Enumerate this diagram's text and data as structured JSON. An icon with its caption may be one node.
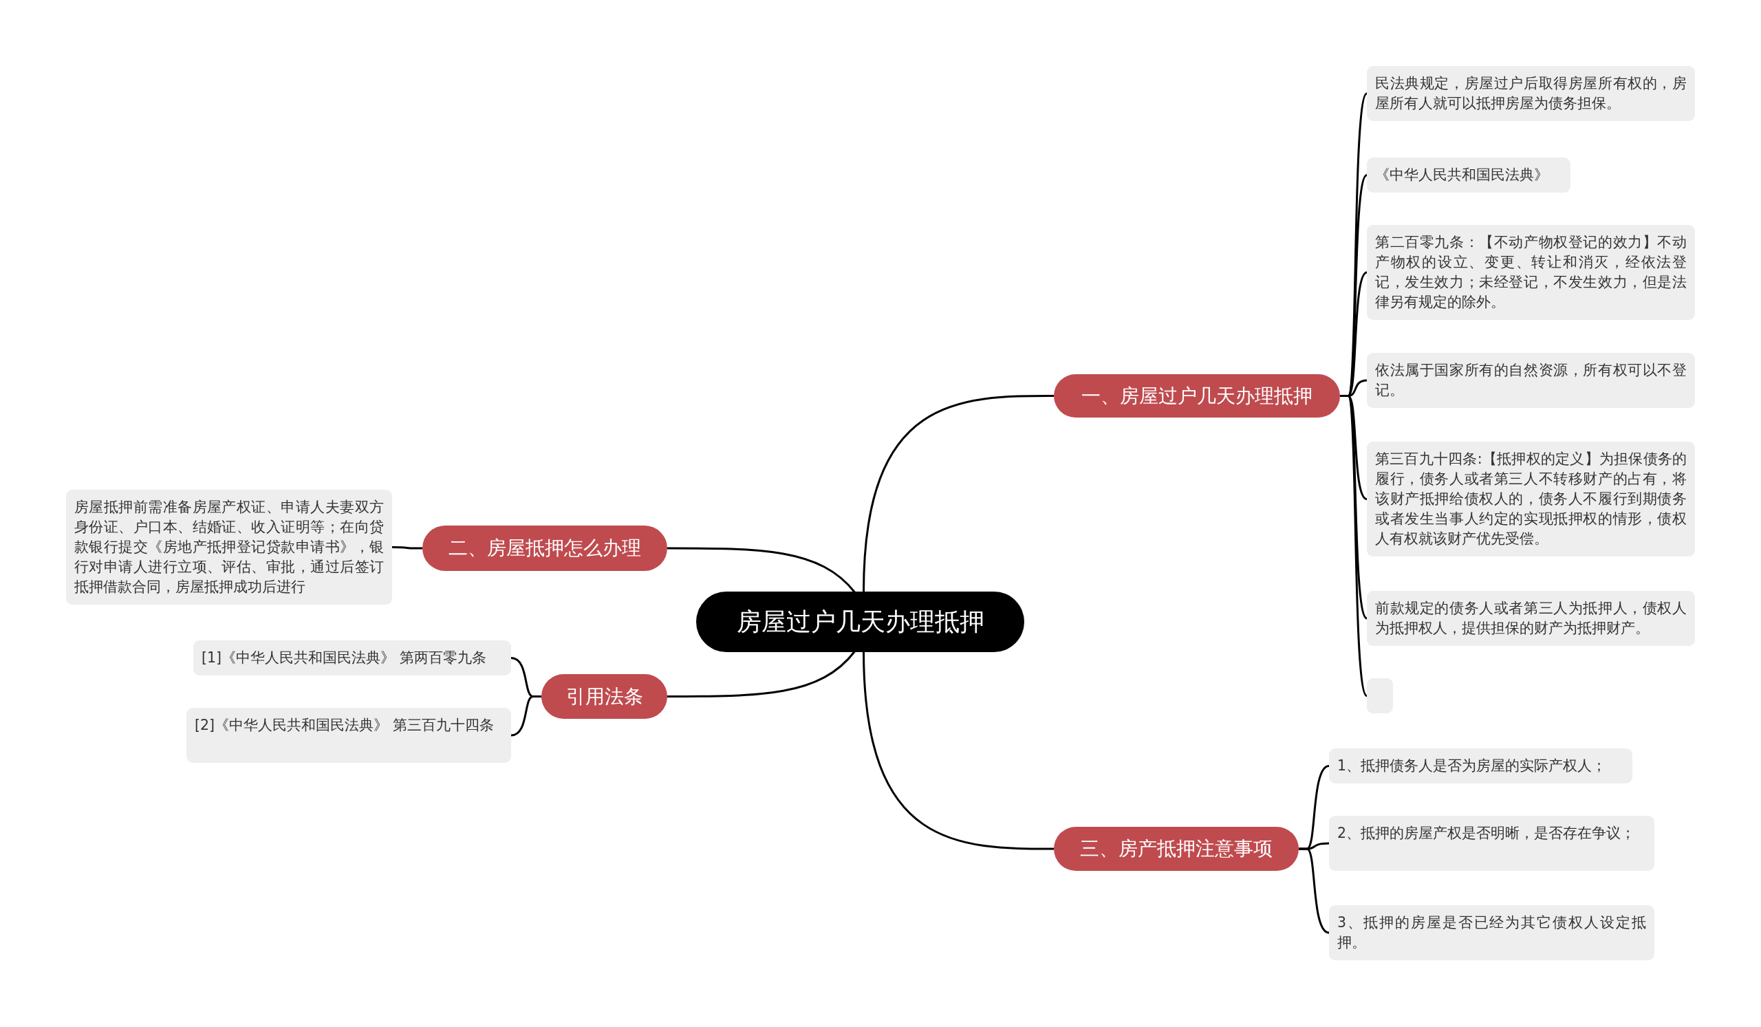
{
  "diagram": {
    "nodes": [
      {
        "text": [
          "房屋过户几天办理抵押"
        ]
      },
      {
        "text": [
          "一、房屋过户几天办理抵押"
        ]
      },
      {
        "text": [
          "民法典规定，房屋过户后取得房屋所有权的，房屋所有人就可以抵押房屋为债务担保。"
        ]
      },
      {
        "text": [
          "《中华人民共和国民法典》"
        ]
      },
      {
        "text": [
          "第二百零九条：【不动产物权登记的效力】不动产物权的设立、变更、转让和消灭，经依法登记，发生效力；未经登记，不发生效力，但是法律另有规定的除外。"
        ]
      },
      {
        "text": [
          "依法属于国家所有的自然资源，所有权可以不登记。"
        ]
      },
      {
        "text": [
          "第三百九十四条:【抵押权的定义】为担保债务的履行，债务人或者第三人不转移财产的占有，将该财产抵押给债权人的，债务人不履行到期债务或者发生当事人约定的实现抵押权的情形，债权人有权就该财产优先受偿。"
        ]
      },
      {
        "text": [
          "前款规定的债务人或者第三人为抵押人，债权人为抵押权人，提供担保的财产为抵押财产。"
        ]
      },
      {
        "text": [],
        "shape": "box"
      },
      {
        "text": [
          "二、房屋抵押怎么办理"
        ]
      },
      {
        "text": [
          "房屋抵押前需准备房屋产权证、申请人夫妻双方身份证、户口本、结婚证、收入证明等；在向贷款银行提交《房地产抵押登记贷款申请书》，银行对申请人进行立项、评估、审批，通过后签订抵押借款合同，房屋抵押成功后进行"
        ]
      },
      {
        "text": [
          "引用法条"
        ]
      },
      {
        "text": [
          "[1]《中华人民共和国民法典》 第两百零九条"
        ]
      },
      {
        "text": [
          "[2]《中华人民共和国民法典》 第三百九十四条"
        ]
      },
      {
        "text": [
          "三、房产抵押注意事项"
        ]
      },
      {
        "text": [
          "1、抵押债务人是否为房屋的实际产权人；"
        ]
      },
      {
        "text": [
          "2、抵押的房屋产权是否明晰，是否存在争议；"
        ]
      },
      {
        "text": [
          "3、抵押的房屋是否已经为其它债权人设定抵押。"
        ]
      }
    ],
    "edges": [
      {
        "from": 0,
        "to": 1,
        "arrow": "none"
      },
      {
        "from": 1,
        "to": 2,
        "arrow": "none"
      },
      {
        "from": 1,
        "to": 3,
        "arrow": "none"
      },
      {
        "from": 1,
        "to": 4,
        "arrow": "none"
      },
      {
        "from": 1,
        "to": 5,
        "arrow": "none"
      },
      {
        "from": 1,
        "to": 6,
        "arrow": "none"
      },
      {
        "from": 1,
        "to": 7,
        "arrow": "none"
      },
      {
        "from": 1,
        "to": 8,
        "arrow": "none"
      },
      {
        "from": 0,
        "to": 9,
        "arrow": "none"
      },
      {
        "from": 9,
        "to": 10,
        "arrow": "none"
      },
      {
        "from": 0,
        "to": 11,
        "arrow": "none"
      },
      {
        "from": 11,
        "to": 12,
        "arrow": "none"
      },
      {
        "from": 11,
        "to": 13,
        "arrow": "none"
      },
      {
        "from": 0,
        "to": 14,
        "arrow": "none"
      },
      {
        "from": 14,
        "to": 15,
        "arrow": "none"
      },
      {
        "from": 14,
        "to": 16,
        "arrow": "none"
      },
      {
        "from": 14,
        "to": 17,
        "arrow": "none"
      }
    ]
  }
}
